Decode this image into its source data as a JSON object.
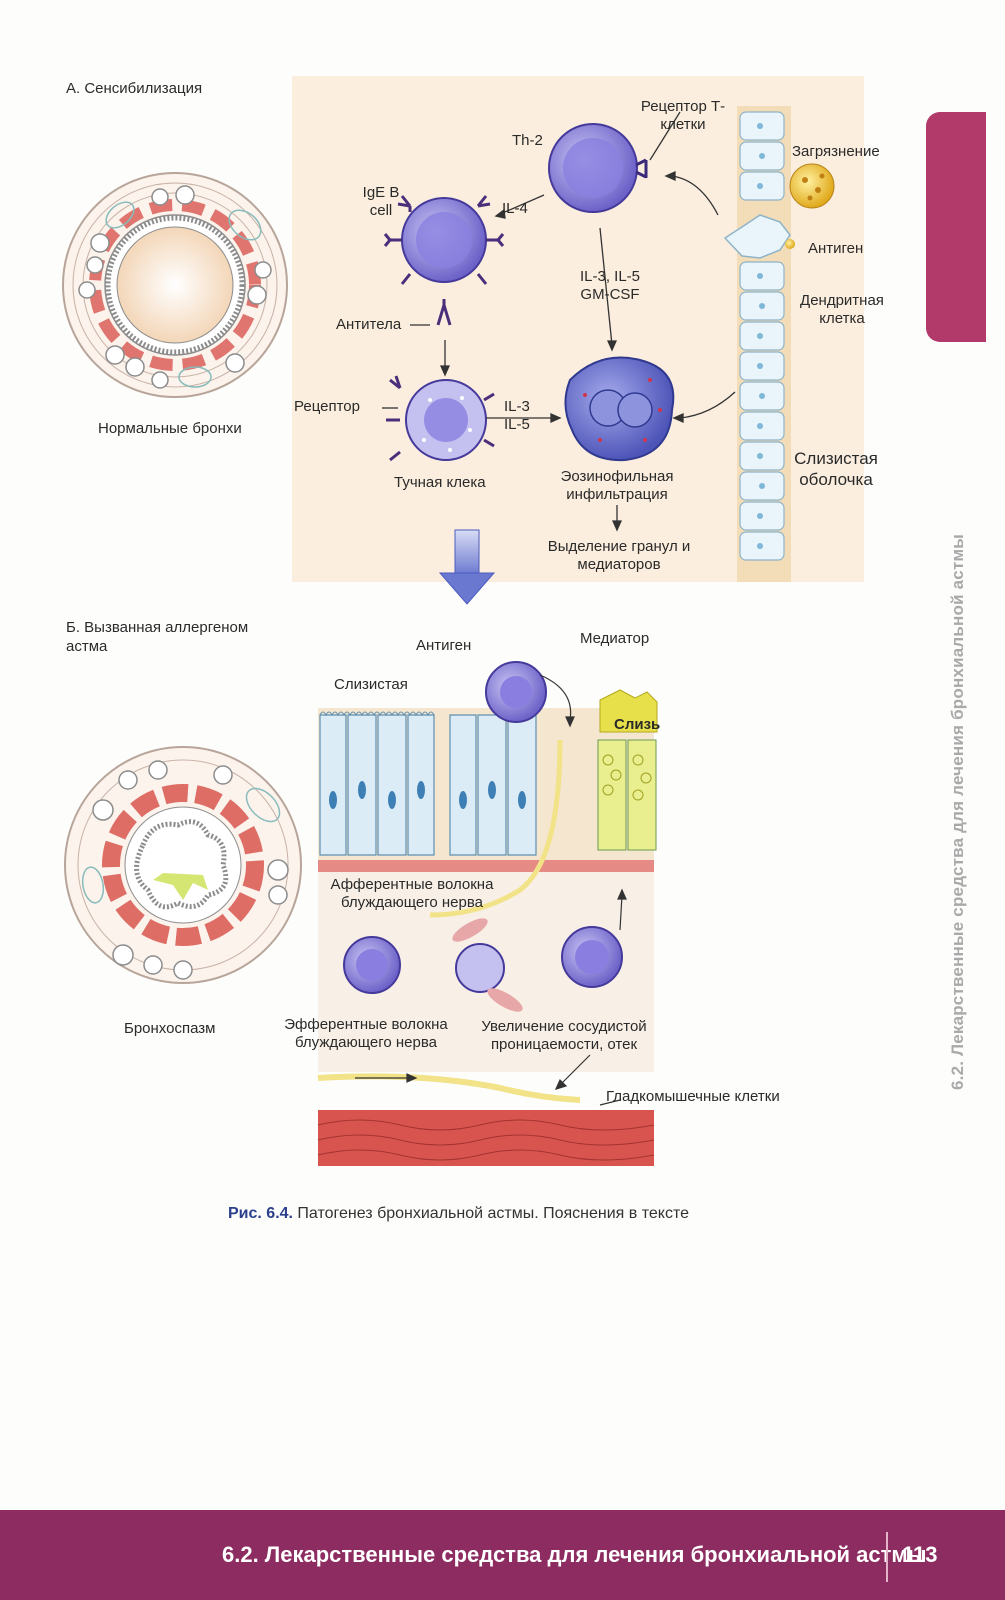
{
  "section_a": "А. Сенсибилизация",
  "section_b": "Б. Вызванная аллергеном астма",
  "normal_bronchi": "Нормальные бронхи",
  "bronchospasm": "Бронхоспазм",
  "labels_a": {
    "th2": "Th-2",
    "t_receptor": "Рецептор Т-клетки",
    "pollution": "Загрязнение",
    "antigen": "Антиген",
    "dendritic": "Дендритная клетка",
    "ige_b": "IgE B cell",
    "il4": "IL-4",
    "il3_il5_gmcsf": "IL-3, IL-5 GM-CSF",
    "antibodies": "Антитела",
    "receptor": "Рецептор",
    "il3_il5": "IL-3 IL-5",
    "mast_cell": "Тучная клека",
    "eosinophil": "Эозинофильная инфильтрация",
    "granule_release": "Выделение гранул и медиаторов",
    "mucosa": "Слизистая оболочка"
  },
  "labels_b": {
    "antigen": "Антиген",
    "mediator": "Медиатор",
    "mucosa": "Слизистая",
    "mucus": "Слизь",
    "afferent": "Афферентные волокна блуждающего нерва",
    "efferent": "Эфферентные волокна блуждающего нерва",
    "vascular": "Увеличение сосудистой проницаемости, отек",
    "smooth_muscle": "Гладкомышечные клетки"
  },
  "caption": {
    "fig": "Рис. 6.4.",
    "text": " Патогенез бронхиальной астмы. Пояснения в тексте"
  },
  "side_title": "6.2. Лекарственные средства для лечения бронхиальной астмы",
  "footer": {
    "title": "6.2. Лекарственные средства для лечения бронхиальной астмы",
    "page": "113"
  },
  "colors": {
    "accent": "#8c2c60",
    "tab": "#b23a6b",
    "figure_label": "#2b3f8c",
    "cell": "#6b6fd0",
    "muscle": "#d8554f"
  }
}
